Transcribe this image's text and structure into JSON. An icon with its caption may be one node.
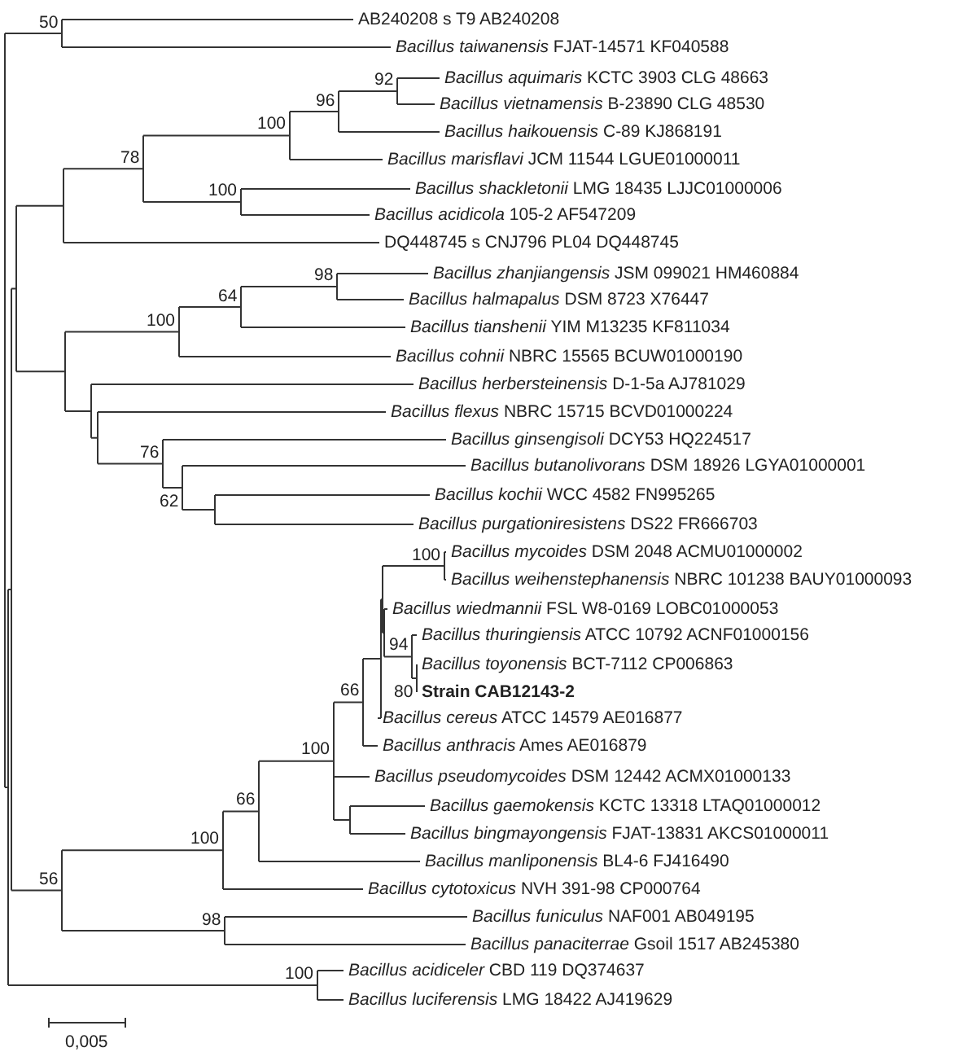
{
  "diagram": {
    "labels": [
      "50",
      "AB240208 s T9 AB240208",
      "*Bacillus taiwanensis* FJAT-14571 KF040588",
      "92",
      "*Bacillus aquimaris* KCTC 3903 CLG 48663",
      "96",
      "*Bacillus vietnamensis* B-23890 CLG 48530",
      "100",
      "*Bacillus haikouensis* C-89 KJ868191",
      "78",
      "*Bacillus marisflavi* JCM 11544 LGUE01000011",
      "100",
      "*Bacillus shackletonii* LMG 18435 LJJC01000006",
      "*Bacillus acidicola* 105-2 AF547209",
      "DQ448745 s CNJ796 PL04 DQ448745",
      "98",
      "*Bacillus zhanjiangensis* JSM 099021 HM460884",
      "64",
      "*Bacillus halmapalus* DSM 8723 X76447",
      "100",
      "*Bacillus tianshenii* YIM  M13235 KF811034",
      "*Bacillus cohnii* NBRC 15565 BCUW01000190",
      "*Bacillus herbersteinensis* D-1-5a AJ781029",
      "*Bacillus flexus* NBRC 15715 BCVD01000224",
      "76",
      "*Bacillus ginsengisoli* DCY53 HQ224517",
      "*Bacillus butanolivorans* DSM 18926 LGYA01000001",
      "62",
      "*Bacillus kochii* WCC 4582 FN995265",
      "*Bacillus purgationiresistens* DS22 FR666703",
      "100",
      "*Bacillus mycoides* DSM 2048 ACMU01000002",
      "*Bacillus weihenstephanensis* NBRC 101238 BAUY01000093",
      "*Bacillus wiedmannii* FSL W8-0169 LOBC01000053",
      "94",
      "*Bacillus thuringiensis* ATCC 10792 ACNF01000156",
      "*Bacillus toyonensis* BCT-7112 CP006863",
      "80",
      "Strain CAB12143-2",
      "66",
      "*Bacillus cereus* ATCC  14579 AE016877",
      "*Bacillus anthracis* Ames AE016879",
      "100",
      "*Bacillus pseudomycoides* DSM 12442 ACMX01000133",
      "*Bacillus gaemokensis* KCTC 13318 LTAQ01000012",
      "66",
      "*Bacillus bingmayongensis* FJAT-13831 AKCS01000011",
      "100",
      "*Bacillus manliponensis* BL4-6 FJ416490",
      "56",
      "*Bacillus cytotoxicus* NVH 391-98 CP000764",
      "98",
      "*Bacillus funiculus* NAF001 AB049195",
      "*Bacillus panaciterrae* Gsoil 1517 AB245380",
      "100",
      "*Bacillus acidiceler* CBD 119 DQ374637",
      "*Bacillus luciferensis* LMG  18422 AJ419629",
      "0,005"
    ]
  }
}
